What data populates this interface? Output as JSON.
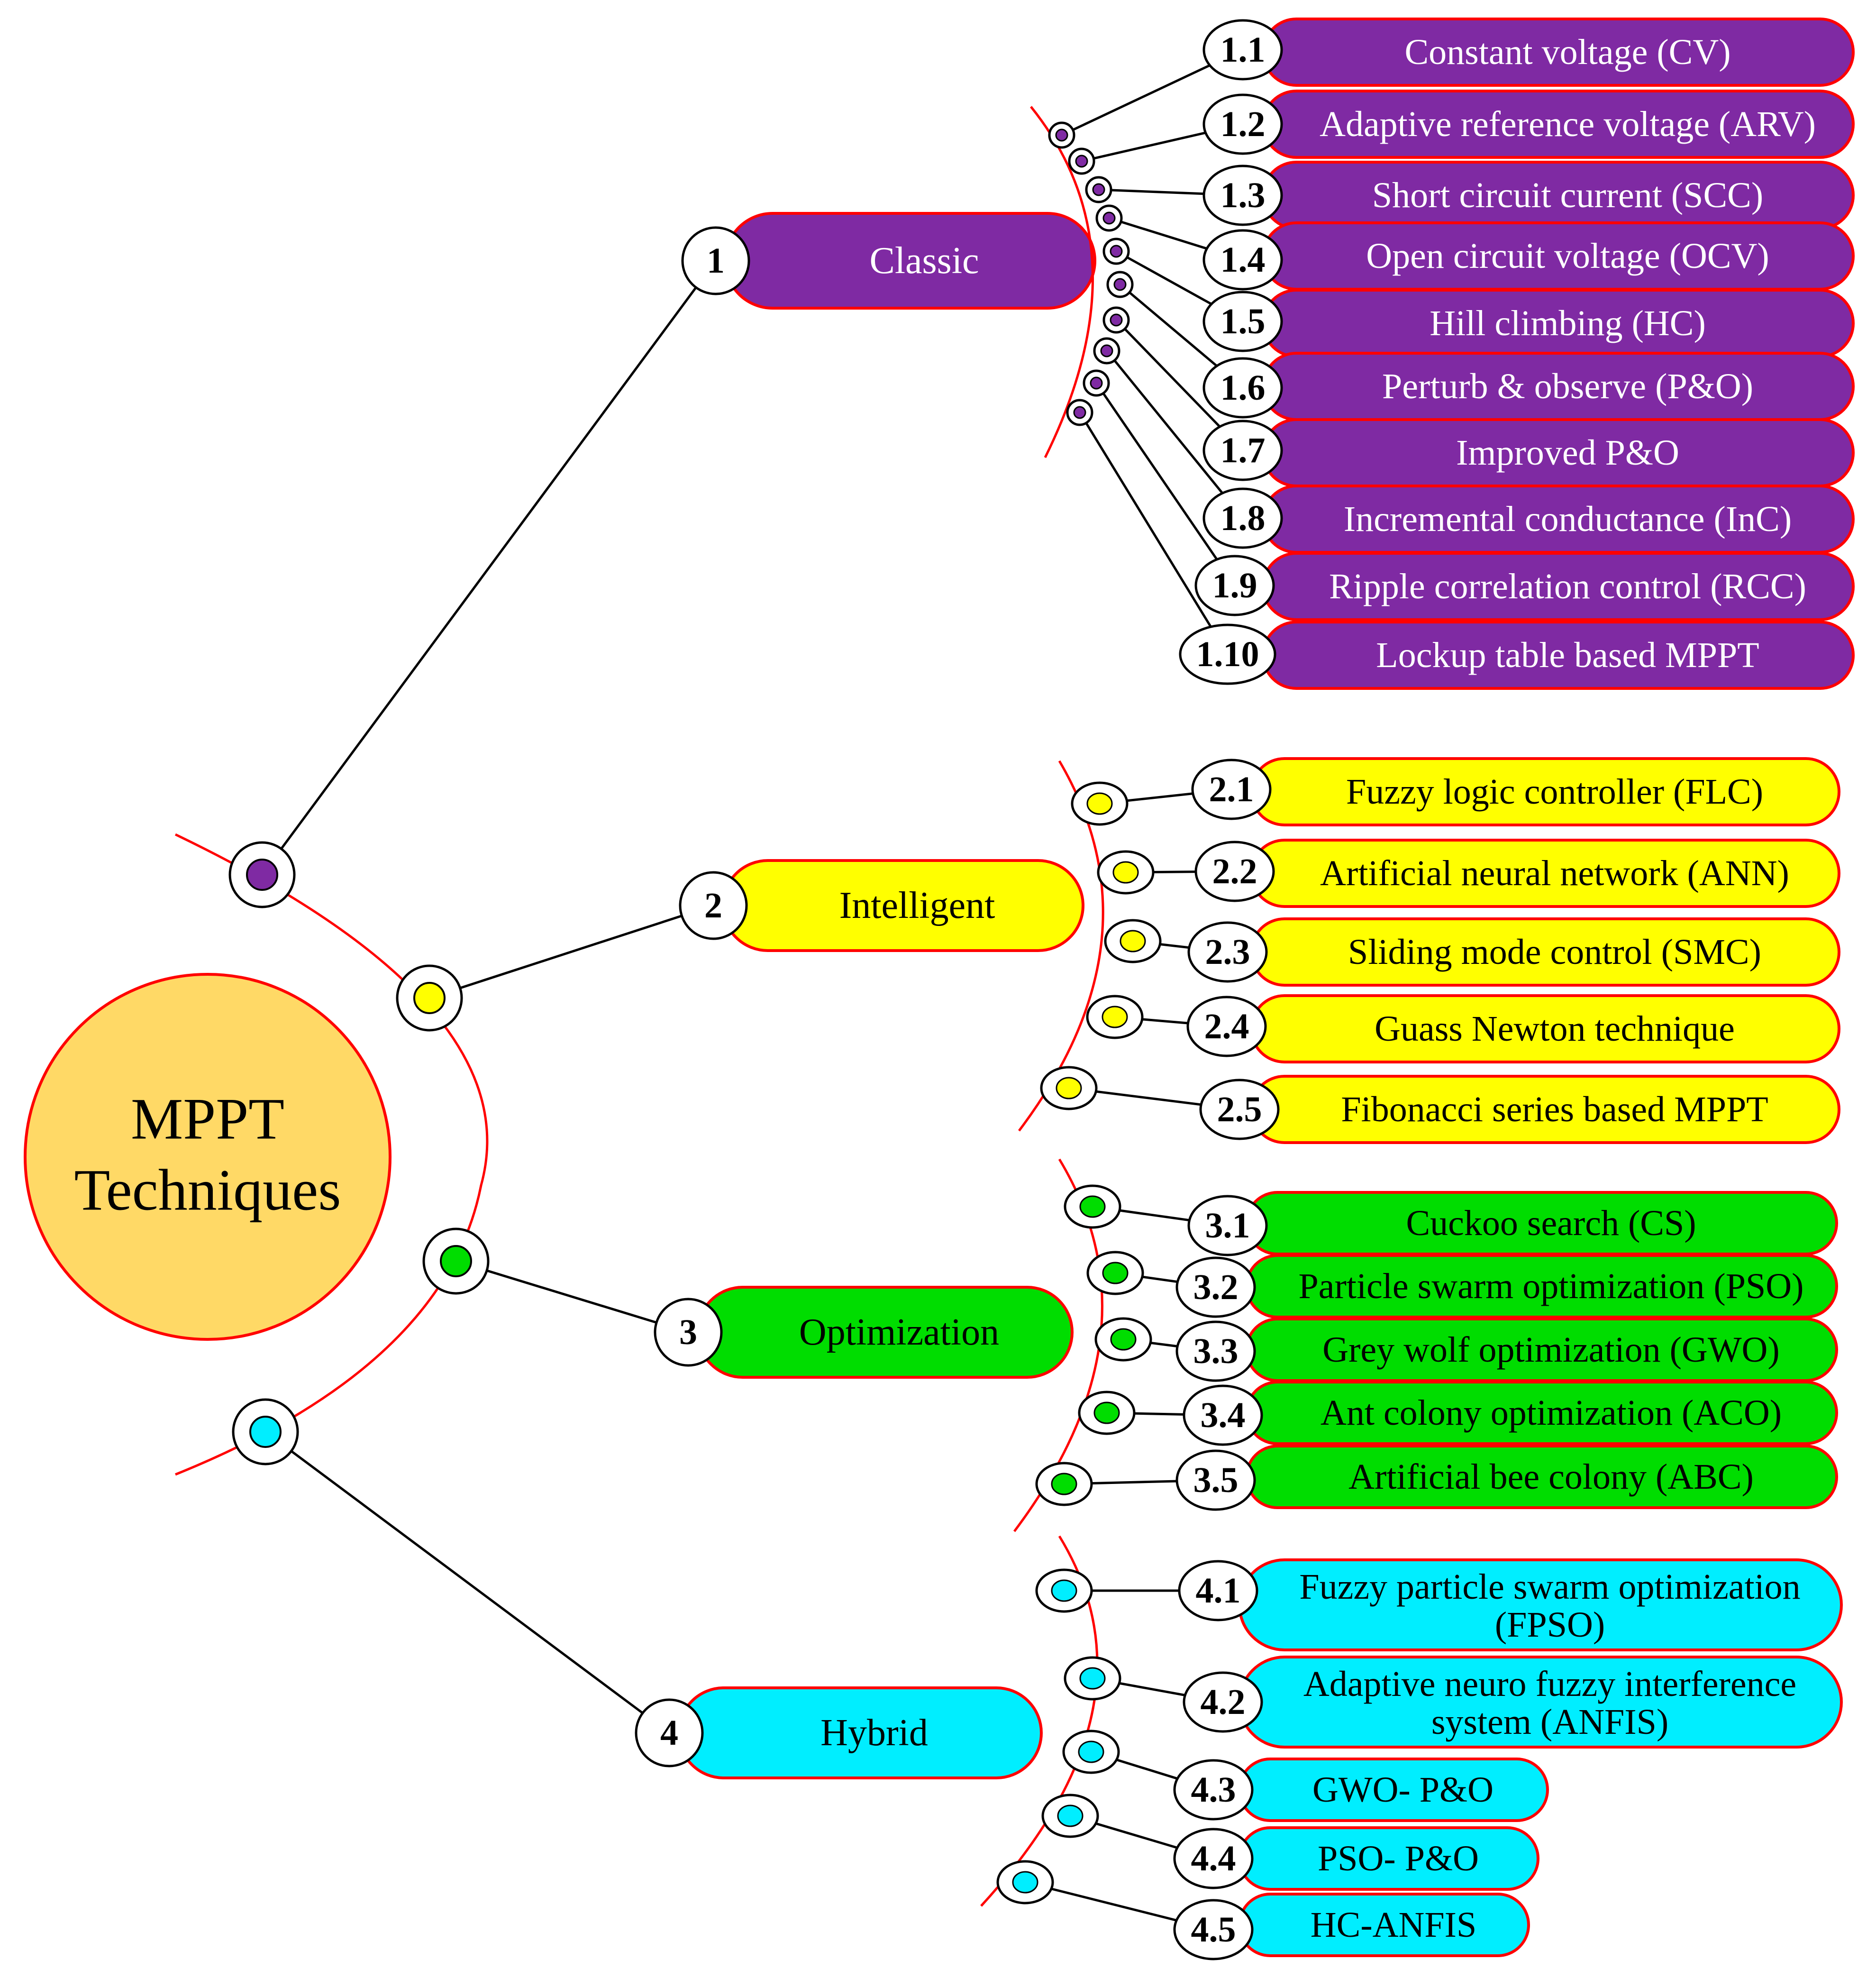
{
  "root": {
    "line1": "MPPT",
    "line2": "Techniques"
  },
  "colors": {
    "classic": "#7f2aa3",
    "intelligent": "#ffff00",
    "optimization": "#00dd00",
    "hybrid": "#00eeff",
    "border": "#ff0000",
    "root_fill": "#ffd966",
    "root_border": "#ff0000"
  },
  "categories": [
    {
      "number": "1",
      "label": "Classic",
      "color_key": "classic",
      "items": [
        {
          "number": "1.1",
          "label": "Constant voltage (CV)"
        },
        {
          "number": "1.2",
          "label": "Adaptive reference voltage (ARV)"
        },
        {
          "number": "1.3",
          "label": "Short circuit current (SCC)"
        },
        {
          "number": "1.4",
          "label": "Open circuit voltage (OCV)"
        },
        {
          "number": "1.5",
          "label": "Hill climbing (HC)"
        },
        {
          "number": "1.6",
          "label": "Perturb & observe (P&O)"
        },
        {
          "number": "1.7",
          "label": "Improved P&O"
        },
        {
          "number": "1.8",
          "label": "Incremental conductance (InC)"
        },
        {
          "number": "1.9",
          "label": "Ripple correlation control (RCC)"
        },
        {
          "number": "1.10",
          "label": "Lockup table based MPPT"
        }
      ]
    },
    {
      "number": "2",
      "label": "Intelligent",
      "color_key": "intelligent",
      "items": [
        {
          "number": "2.1",
          "label": "Fuzzy logic controller (FLC)"
        },
        {
          "number": "2.2",
          "label": "Artificial neural network (ANN)"
        },
        {
          "number": "2.3",
          "label": "Sliding mode control (SMC)"
        },
        {
          "number": "2.4",
          "label": "Guass Newton technique"
        },
        {
          "number": "2.5",
          "label": "Fibonacci series based MPPT"
        }
      ]
    },
    {
      "number": "3",
      "label": "Optimization",
      "color_key": "optimization",
      "items": [
        {
          "number": "3.1",
          "label": "Cuckoo search (CS)"
        },
        {
          "number": "3.2",
          "label": "Particle swarm optimization (PSO)"
        },
        {
          "number": "3.3",
          "label": "Grey wolf optimization (GWO)"
        },
        {
          "number": "3.4",
          "label": "Ant colony optimization (ACO)"
        },
        {
          "number": "3.5",
          "label": "Artificial bee colony (ABC)"
        }
      ]
    },
    {
      "number": "4",
      "label": "Hybrid",
      "color_key": "hybrid",
      "items": [
        {
          "number": "4.1",
          "label": "Fuzzy particle swarm optimization",
          "label2": "(FPSO)"
        },
        {
          "number": "4.2",
          "label": "Adaptive neuro fuzzy interference",
          "label2": "system (ANFIS)"
        },
        {
          "number": "4.3",
          "label": "GWO- P&O"
        },
        {
          "number": "4.4",
          "label": "PSO- P&O"
        },
        {
          "number": "4.5",
          "label": "HC-ANFIS"
        }
      ]
    }
  ]
}
